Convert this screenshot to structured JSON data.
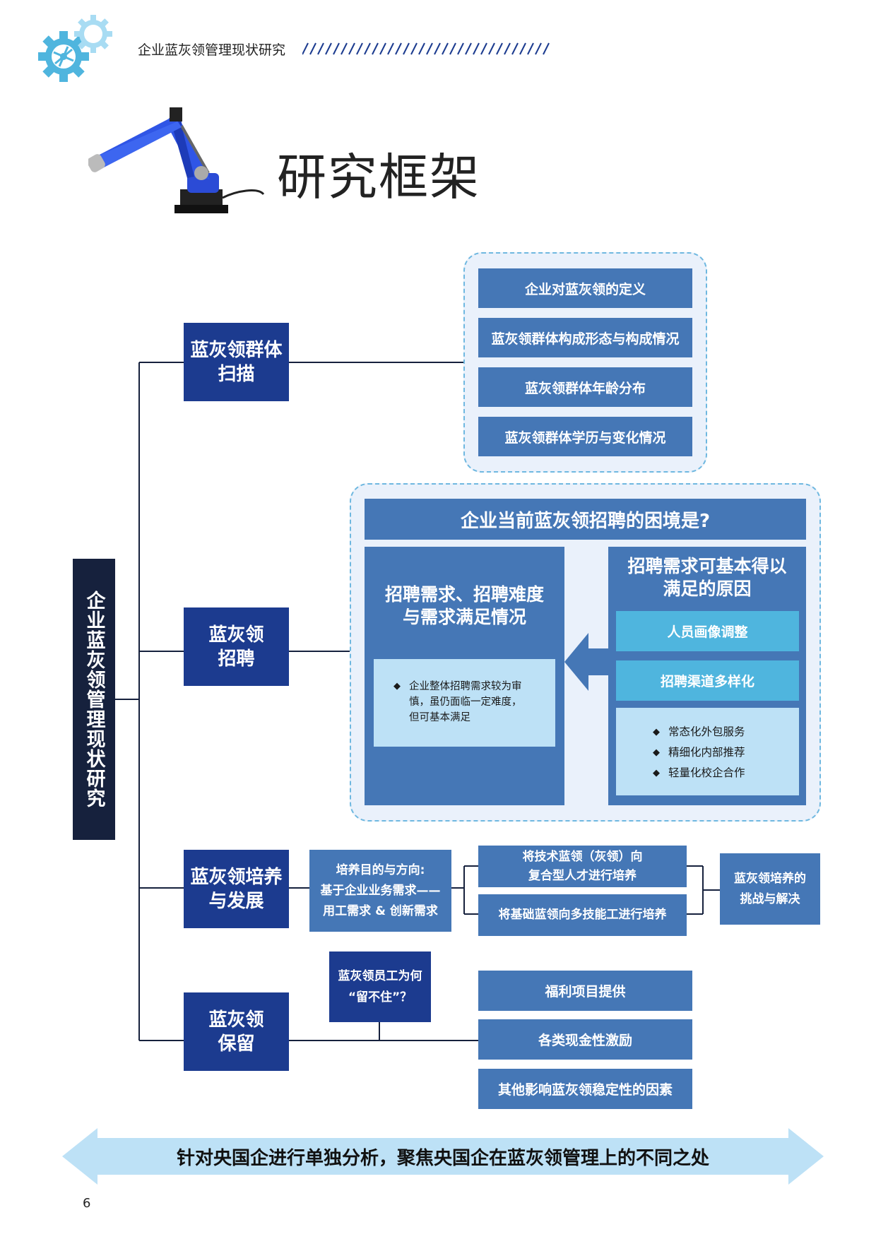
{
  "header": {
    "title": "企业蓝灰领管理现状研究"
  },
  "page_title": "研究框架",
  "root": {
    "label": "企业蓝灰领管理现状研究"
  },
  "categories": [
    {
      "line1": "蓝灰领群体",
      "line2": "扫描"
    },
    {
      "line1": "蓝灰领",
      "line2": "招聘"
    },
    {
      "line1": "蓝灰领培养",
      "line2": "与发展"
    },
    {
      "line1": "蓝灰领",
      "line2": "保留"
    }
  ],
  "scan": {
    "items": [
      "企业对蓝灰领的定义",
      "蓝灰领群体构成形态与构成情况",
      "蓝灰领群体年龄分布",
      "蓝灰领群体学历与变化情况"
    ]
  },
  "recruit": {
    "question": "企业当前蓝灰领招聘的困境是?",
    "left_title_1": "招聘需求、招聘难度",
    "left_title_2": "与需求满足情况",
    "left_bullet_1": "企业整体招聘需求较为审",
    "left_bullet_2": "慎，虽仍面临一定难度，",
    "left_bullet_3": "但可基本满足",
    "right_title_1": "招聘需求可基本得以",
    "right_title_2": "满足的原因",
    "reason_1": "人员画像调整",
    "reason_2": "招聘渠道多样化",
    "channels": [
      "常态化外包服务",
      "精细化内部推荐",
      "轻量化校企合作"
    ]
  },
  "develop": {
    "purpose_1": "培养目的与方向:",
    "purpose_2": "基于企业业务需求——",
    "purpose_3": "用工需求 & 创新需求",
    "path1_1": "将技术蓝领（灰领）向",
    "path1_2": "复合型人才进行培养",
    "path2": "将基础蓝领向多技能工进行培养",
    "challenge_1": "蓝灰领培养的",
    "challenge_2": "挑战与解决"
  },
  "retain": {
    "question_1": "蓝灰领员工为何",
    "question_2": "“留不住”？",
    "items": [
      "福利项目提供",
      "各类现金性激励",
      "其他影响蓝灰领稳定性的因素"
    ]
  },
  "footer": {
    "banner": "针对央国企进行单独分析，聚焦央国企在蓝灰领管理上的不同之处"
  },
  "page_number": "6",
  "colors": {
    "dark_navy": "#16213d",
    "category_blue": "#1c3b8f",
    "mid_blue": "#4577b6",
    "cyan": "#4fb5de",
    "light_blue": "#bde1f6",
    "panel_bg": "#eaf1fb",
    "dashed_border": "#6fb8e0",
    "arrow_banner": "#bde1f6"
  },
  "icons": {
    "logo": "gear-icon",
    "robot": "robot-arm-icon",
    "arrow": "left-arrow-icon"
  }
}
